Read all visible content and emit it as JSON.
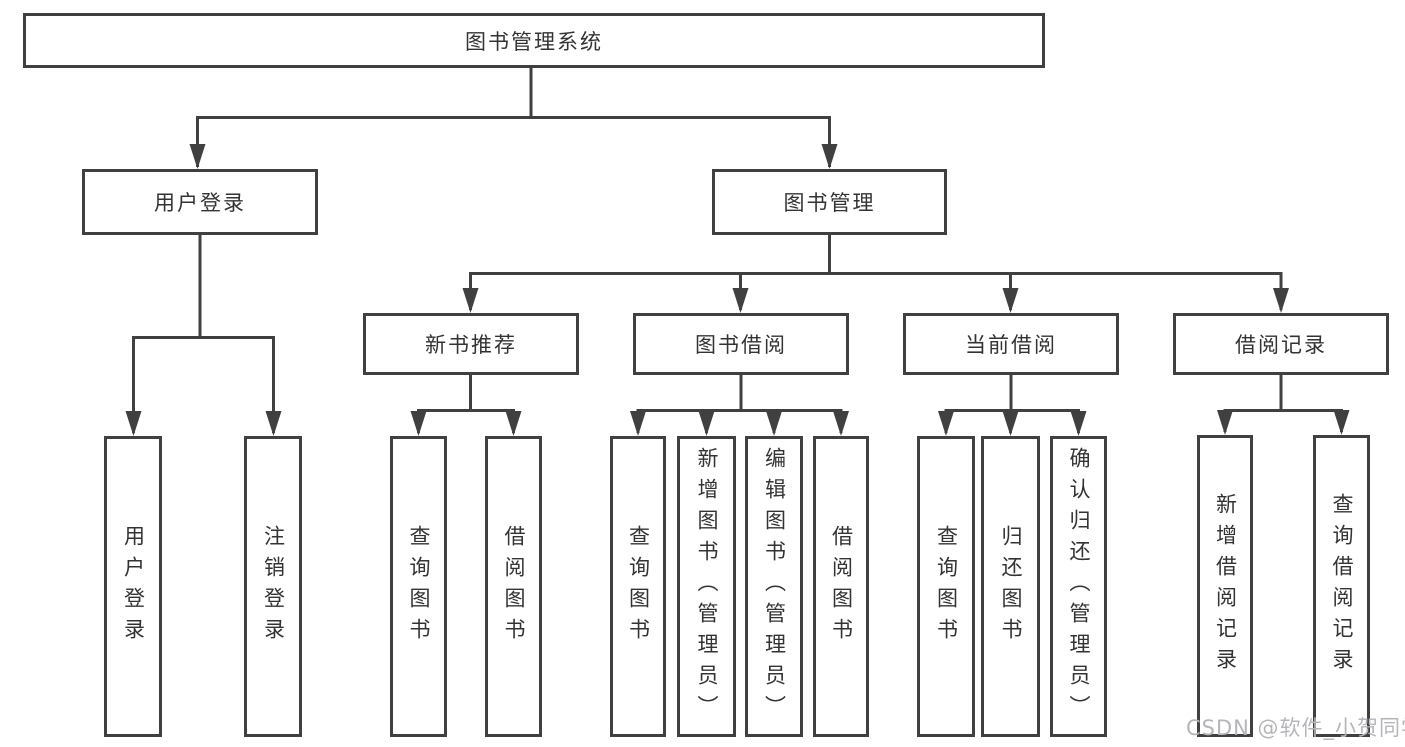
{
  "diagram": {
    "title": "图书管理系统",
    "root": {
      "label": "图书管理系统"
    },
    "branches": [
      {
        "label": "用户登录",
        "children": [
          {
            "label": "用户登录"
          },
          {
            "label": "注销登录"
          }
        ]
      },
      {
        "label": "图书管理",
        "sections": [
          {
            "label": "新书推荐",
            "children": [
              {
                "label": "查询图书"
              },
              {
                "label": "借阅图书"
              }
            ]
          },
          {
            "label": "图书借阅",
            "children": [
              {
                "label": "查询图书"
              },
              {
                "label": "新增图书（管理员）"
              },
              {
                "label": "编辑图书（管理员）"
              },
              {
                "label": "借阅图书"
              }
            ]
          },
          {
            "label": "当前借阅",
            "children": [
              {
                "label": "查询图书"
              },
              {
                "label": "归还图书"
              },
              {
                "label": "确认归还（管理员）"
              }
            ]
          },
          {
            "label": "借阅记录",
            "children": [
              {
                "label": "新增借阅记录"
              },
              {
                "label": "查询借阅记录"
              }
            ]
          }
        ]
      }
    ]
  },
  "watermark": {
    "text": "CSDN @软件_小贺同学"
  },
  "colors": {
    "line": "#404040",
    "text": "#333333",
    "watermark": "#b6b6ba",
    "background": "#ffffff"
  }
}
